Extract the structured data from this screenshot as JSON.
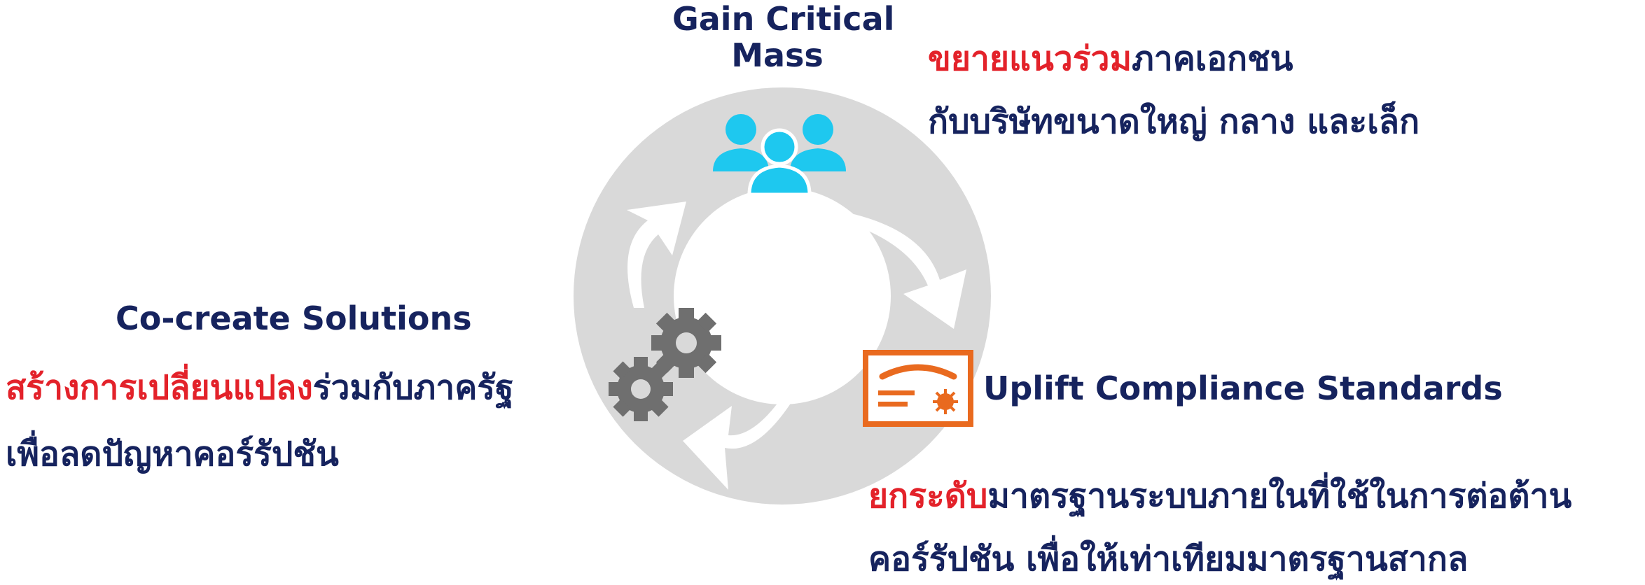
{
  "colors": {
    "navy": "#16235e",
    "red": "#e3222a",
    "cyan": "#1ec8ef",
    "gray_ring": "#d9d9d9",
    "gear_gray": "#6f6f6f",
    "orange": "#e96a1f"
  },
  "top": {
    "heading_line1": "Gain Critical",
    "heading_line2": "Mass",
    "icon": "people-group-icon",
    "line1_red": "ขยายแนวร่วม",
    "line1_rest": "ภาคเอกชน",
    "line2": "กับบริษัทขนาดใหญ่ กลาง และเล็ก"
  },
  "left": {
    "heading": "Co-create Solutions",
    "icon": "gears-icon",
    "line1_red": "สร้างการเปลี่ยนแปลง",
    "line1_rest": "ร่วมกับภาครัฐ",
    "line2": "เพื่อลดปัญหาคอร์รัปชัน"
  },
  "right": {
    "heading": "Uplift Compliance Standards",
    "icon": "certificate-icon",
    "line1_red": "ยกระดับ",
    "line1_rest": "มาตรฐานระบบภายในที่ใช้ในการต่อต้าน",
    "line2": "คอร์รัปชัน เพื่อให้เท่าเทียมมาตรฐานสากล"
  }
}
